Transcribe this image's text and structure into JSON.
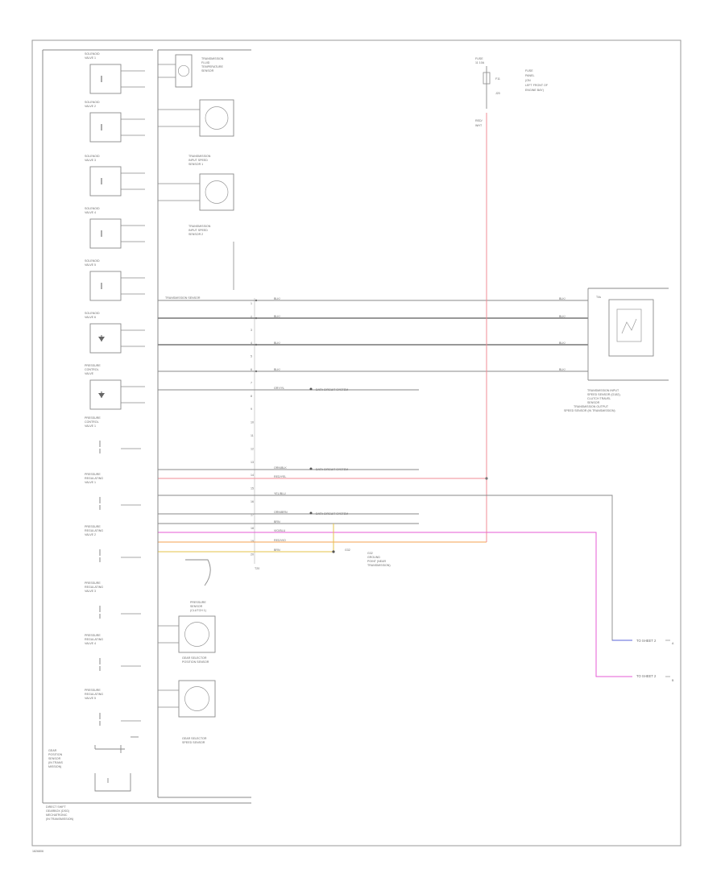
{
  "diagram": {
    "footer_code": "1826806",
    "frame_label": [
      "DIRECT SHIFT",
      "GEARBOX (DSG)",
      "MECHATRONIC",
      "(IN TRANSMISSION)"
    ],
    "fuse": {
      "title": [
        "FUSE",
        "11 10A"
      ],
      "desc": [
        "FUSE",
        "PANEL",
        "(ON",
        "LEFT FRONT OF",
        "ENGINE BAY)"
      ],
      "wire": [
        "RED/",
        "WHT"
      ]
    },
    "solenoids": [
      "SOLENOID VALVE 1",
      "SOLENOID VALVE 2",
      "SOLENOID VALVE 3",
      "SOLENOID VALVE 4",
      "SOLENOID VALVE 5",
      "SOLENOID VALVE 6",
      "PRESSURE CONTROL VALVE",
      "PRESSURE CONTROL VALVE 1",
      "PRESSURE REGULATING VALVE 1",
      "PRESSURE REGULATING VALVE 2",
      "PRESSURE REGULATING VALVE 3",
      "PRESSURE REGULATING VALVE 4",
      "PRESSURE REGULATING VALVE 5"
    ],
    "sensors_right": [
      [
        "TRANSMISSION",
        "FLUID",
        "TEMPERATURE",
        "SENSOR"
      ],
      [
        "TRANSMISSION",
        "INPUT SPEED",
        "SENSOR 1"
      ],
      [
        "TRANSMISSION",
        "INPUT SPEED",
        "SENSOR 2"
      ],
      [
        "PRESSURE",
        "SENSOR",
        "(CLUTCH 1)"
      ],
      [
        "GEAR SELECTOR",
        "POSITION SENSOR"
      ],
      [
        "GEAR SELECTOR",
        "SPEED SENSOR"
      ]
    ],
    "tcm_label": [
      "TRANSMISSION INPUT",
      "SPEED SENSOR (G182),",
      "CLUTCH TRAVEL",
      "SENSOR",
      "TRANSMISSION OUTPUT",
      "SPEED SENSOR (IN TRANSMISSION)"
    ],
    "harness_label": "TRANSMISSION SENSOR",
    "wires": [
      {
        "label": "BLK/",
        "end": "BLK/"
      },
      {
        "label": "BLK/",
        "end": "BLK/"
      },
      {
        "label": "BLK/",
        "end": "BLK/"
      },
      {
        "label": "BLK/",
        "end": "BLK/"
      },
      {
        "label": "GRY/YL",
        "ref": "DATA CIRCUIT SYSTEM"
      },
      {
        "label": "ORN/BLK",
        "ref": "DATA CIRCUIT SYSTEM"
      },
      {
        "label": "RED/YEL",
        "ref": ""
      },
      {
        "label": "YEL/BLU",
        "ref": ""
      },
      {
        "label": "ORN/BRN",
        "ref": "DATA CIRCUIT SYSTEM"
      },
      {
        "label": "BRN",
        "ref": ""
      },
      {
        "label": "VIO/BLU",
        "ref": ""
      },
      {
        "label": "RED/VIO",
        "ref": ""
      },
      {
        "label": "BRN",
        "ref": ""
      }
    ],
    "ground": [
      "G32",
      "GROUND",
      "POINT (NEAR",
      "TRANSMISSION)"
    ],
    "connector_bottom": "T20",
    "outputs": [
      "TO SHEET 2",
      "TO SHEET 2"
    ],
    "colors": {
      "line": "#8a8a8a",
      "frame": "#9a9a9a",
      "red": "#f28c96",
      "pink": "#e55bd4",
      "orange": "#f5a050",
      "yellow": "#e6c34a",
      "blue": "#5a64d8",
      "violet": "#c34fd0"
    }
  }
}
